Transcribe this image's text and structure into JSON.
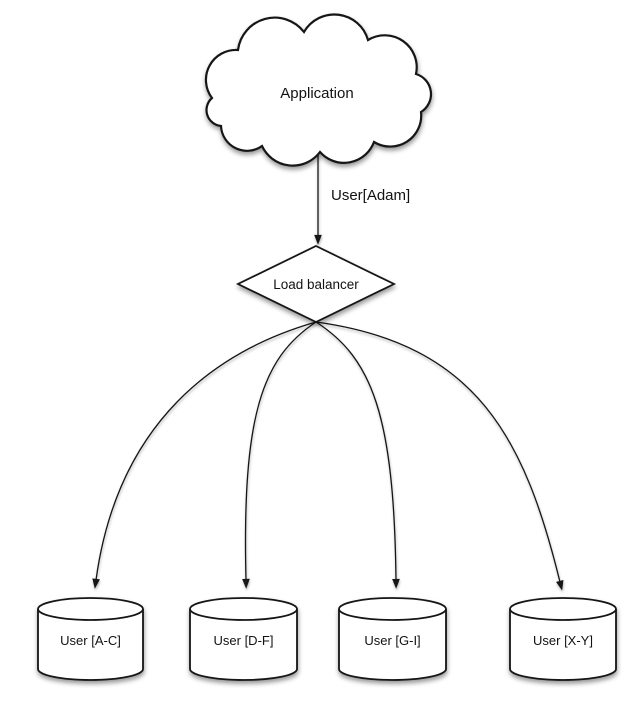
{
  "diagram": {
    "background": "#ffffff",
    "stroke_color": "#141414",
    "shape_fill": "#ffffff",
    "text_color": "#121212",
    "nodes": {
      "application": {
        "label": "Application",
        "shape": "cloud"
      },
      "load_balancer": {
        "label": "Load balancer",
        "shape": "diamond"
      },
      "shards": [
        {
          "label": "User [A-C]",
          "shape": "cylinder"
        },
        {
          "label": "User [D-F]",
          "shape": "cylinder"
        },
        {
          "label": "User [G-I]",
          "shape": "cylinder"
        },
        {
          "label": "User [X-Y]",
          "shape": "cylinder"
        }
      ]
    },
    "edges": {
      "request": {
        "label": "User[Adam]",
        "from": "application",
        "to": "load_balancer"
      },
      "fanout_count": 4
    }
  }
}
